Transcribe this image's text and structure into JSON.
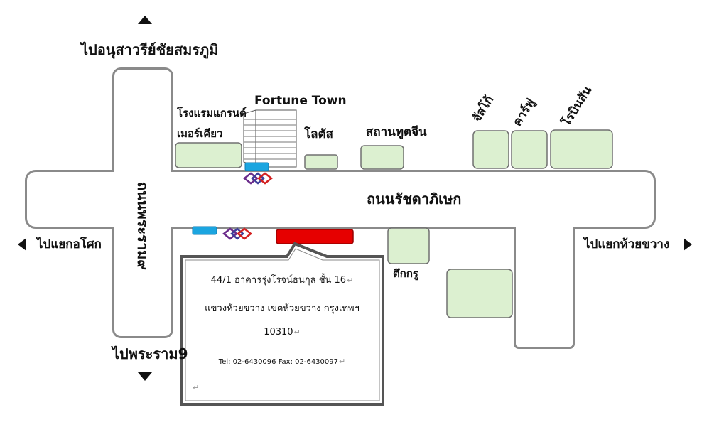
{
  "directions": {
    "north": "ไปอนุสาวรีย์ชัยสมรภูมิ",
    "south": "ไปพระราม9",
    "west": "ไปแยกอโศก",
    "east": "ไปแยกห้วยขวาง"
  },
  "roads": {
    "horizontal": "ถนนรัชดาภิเษก",
    "vertical": "ถนนพระราม๙"
  },
  "landmarks": {
    "hotel_line1": "โรงแรมแกรนด์",
    "hotel_line2": "เมอร์เคียว",
    "fortune_town": "Fortune Town",
    "lotus": "โลตัส",
    "embassy": "สถานทูตจีน",
    "jusco": "จัสโก้",
    "carrefour": "คาร์ฟู",
    "robinson": "โรบินสัน",
    "tuk_cru": "ตึกกรู"
  },
  "address": {
    "line1": "44/1 อาคารรุ่งโรจน์ธนกุล ชั้น 16",
    "line2": "แขวงห้วยขวาง เขตห้วยขวาง กรุงเทพฯ",
    "line3": "10310",
    "line4": "Tel: 02-6430096 Fax: 02-6430097"
  },
  "colors": {
    "road_fill": "#ffffff",
    "road_stroke": "#8a8a8a",
    "building_fill": "#dcf0d0",
    "building_stroke": "#707070",
    "marker": "#e60000",
    "station": "#1ba5e0"
  }
}
